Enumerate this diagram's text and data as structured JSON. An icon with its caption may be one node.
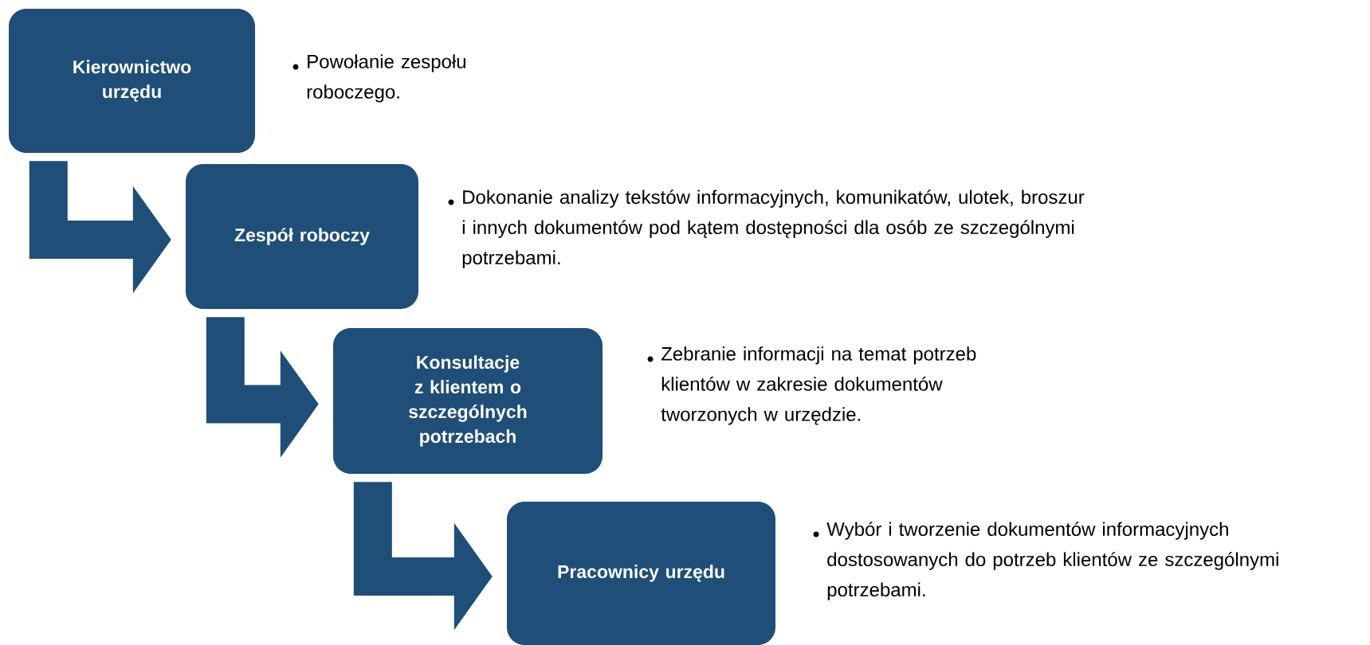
{
  "diagram": {
    "nodes": [
      {
        "text": [
          "Kierownictwo urzędu"
        ],
        "beside": [
          "Powołanie zespołu roboczego."
        ]
      },
      {
        "text": [
          "Zespół roboczy"
        ],
        "beside": [
          "Dokonanie analizy tekstów informacyjnych, komunikatów, ulotek, broszur i innych dokumentów pod kątem dostępności dla osób ze szczególnymi potrzebami."
        ]
      },
      {
        "text": [
          "Konsultacje z klientem o szczególnych potrzebach"
        ],
        "beside": [
          "Zebranie informacji na temat potrzeb klientów w zakresie dokumentów tworzonych w urzędzie."
        ]
      },
      {
        "text": [
          "Pracownicy urzędu"
        ],
        "beside": [
          "Wybór i tworzenie dokumentów informacyjnych dostosowanych do potrzeb klientów ze szczególnymi potrzebami."
        ]
      }
    ],
    "edges": [
      {
        "from": 0,
        "to": 1,
        "arrow": "to"
      },
      {
        "from": 1,
        "to": 2,
        "arrow": "to"
      },
      {
        "from": 2,
        "to": 3,
        "arrow": "to"
      }
    ]
  }
}
